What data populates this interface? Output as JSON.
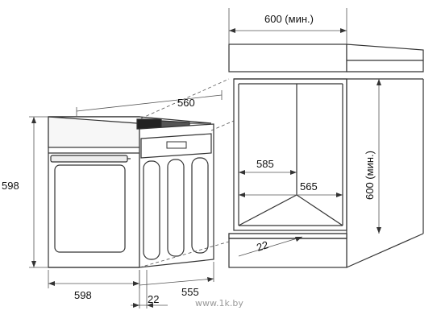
{
  "dimensions": {
    "oven_height": "598",
    "oven_width": "598",
    "oven_top_depth": "560",
    "oven_depth": "555",
    "door_offset": "22",
    "niche_width_min": "600 (мин.)",
    "niche_height_min": "600 (мин.)",
    "niche_inner_depth": "585",
    "niche_inner_width": "565",
    "vent_gap": "22"
  },
  "watermark": "www.1k.by"
}
